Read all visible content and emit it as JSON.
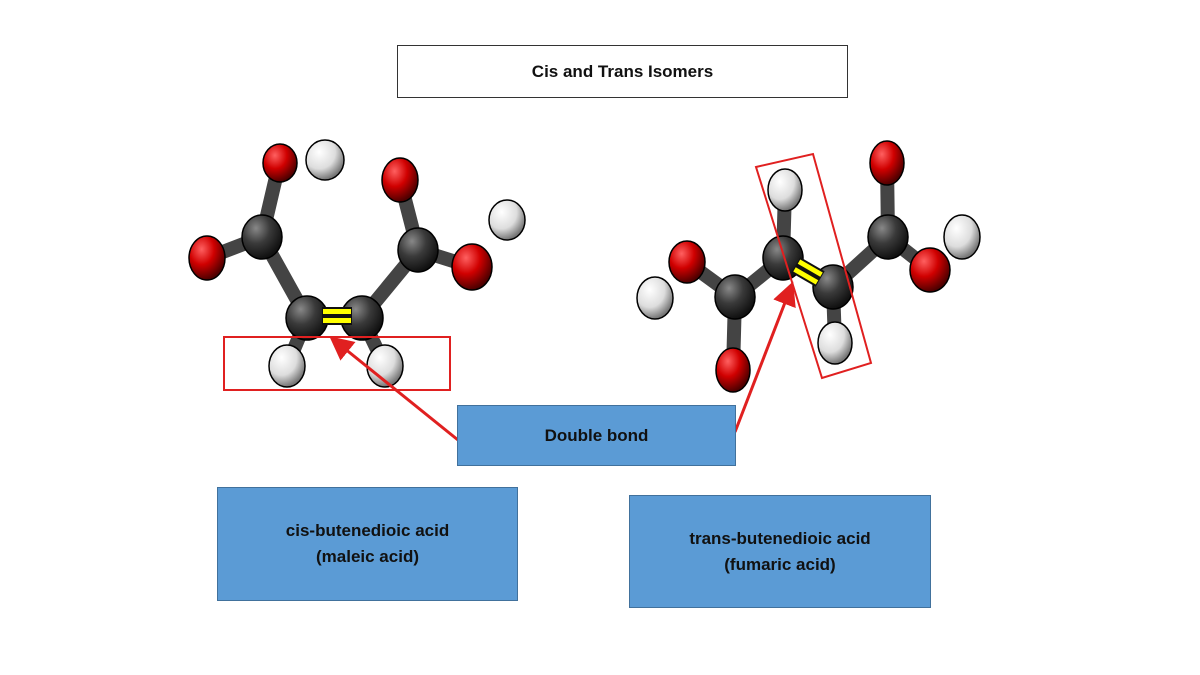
{
  "slide": {
    "title": "Cis and Trans Isomers",
    "double_bond_label": "Double bond",
    "cis": {
      "line1": "cis-butenedioic acid",
      "line2": "(maleic acid)"
    },
    "trans": {
      "line1": "trans-butenedioic acid",
      "line2": "(fumaric acid)"
    }
  },
  "colors": {
    "oxygen": "#d00000",
    "carbon": "#333333",
    "hydrogen": "#e8e8e8",
    "double_bond": "#ffff00",
    "highlight": "#e02020",
    "label_fill": "#5b9bd5"
  }
}
